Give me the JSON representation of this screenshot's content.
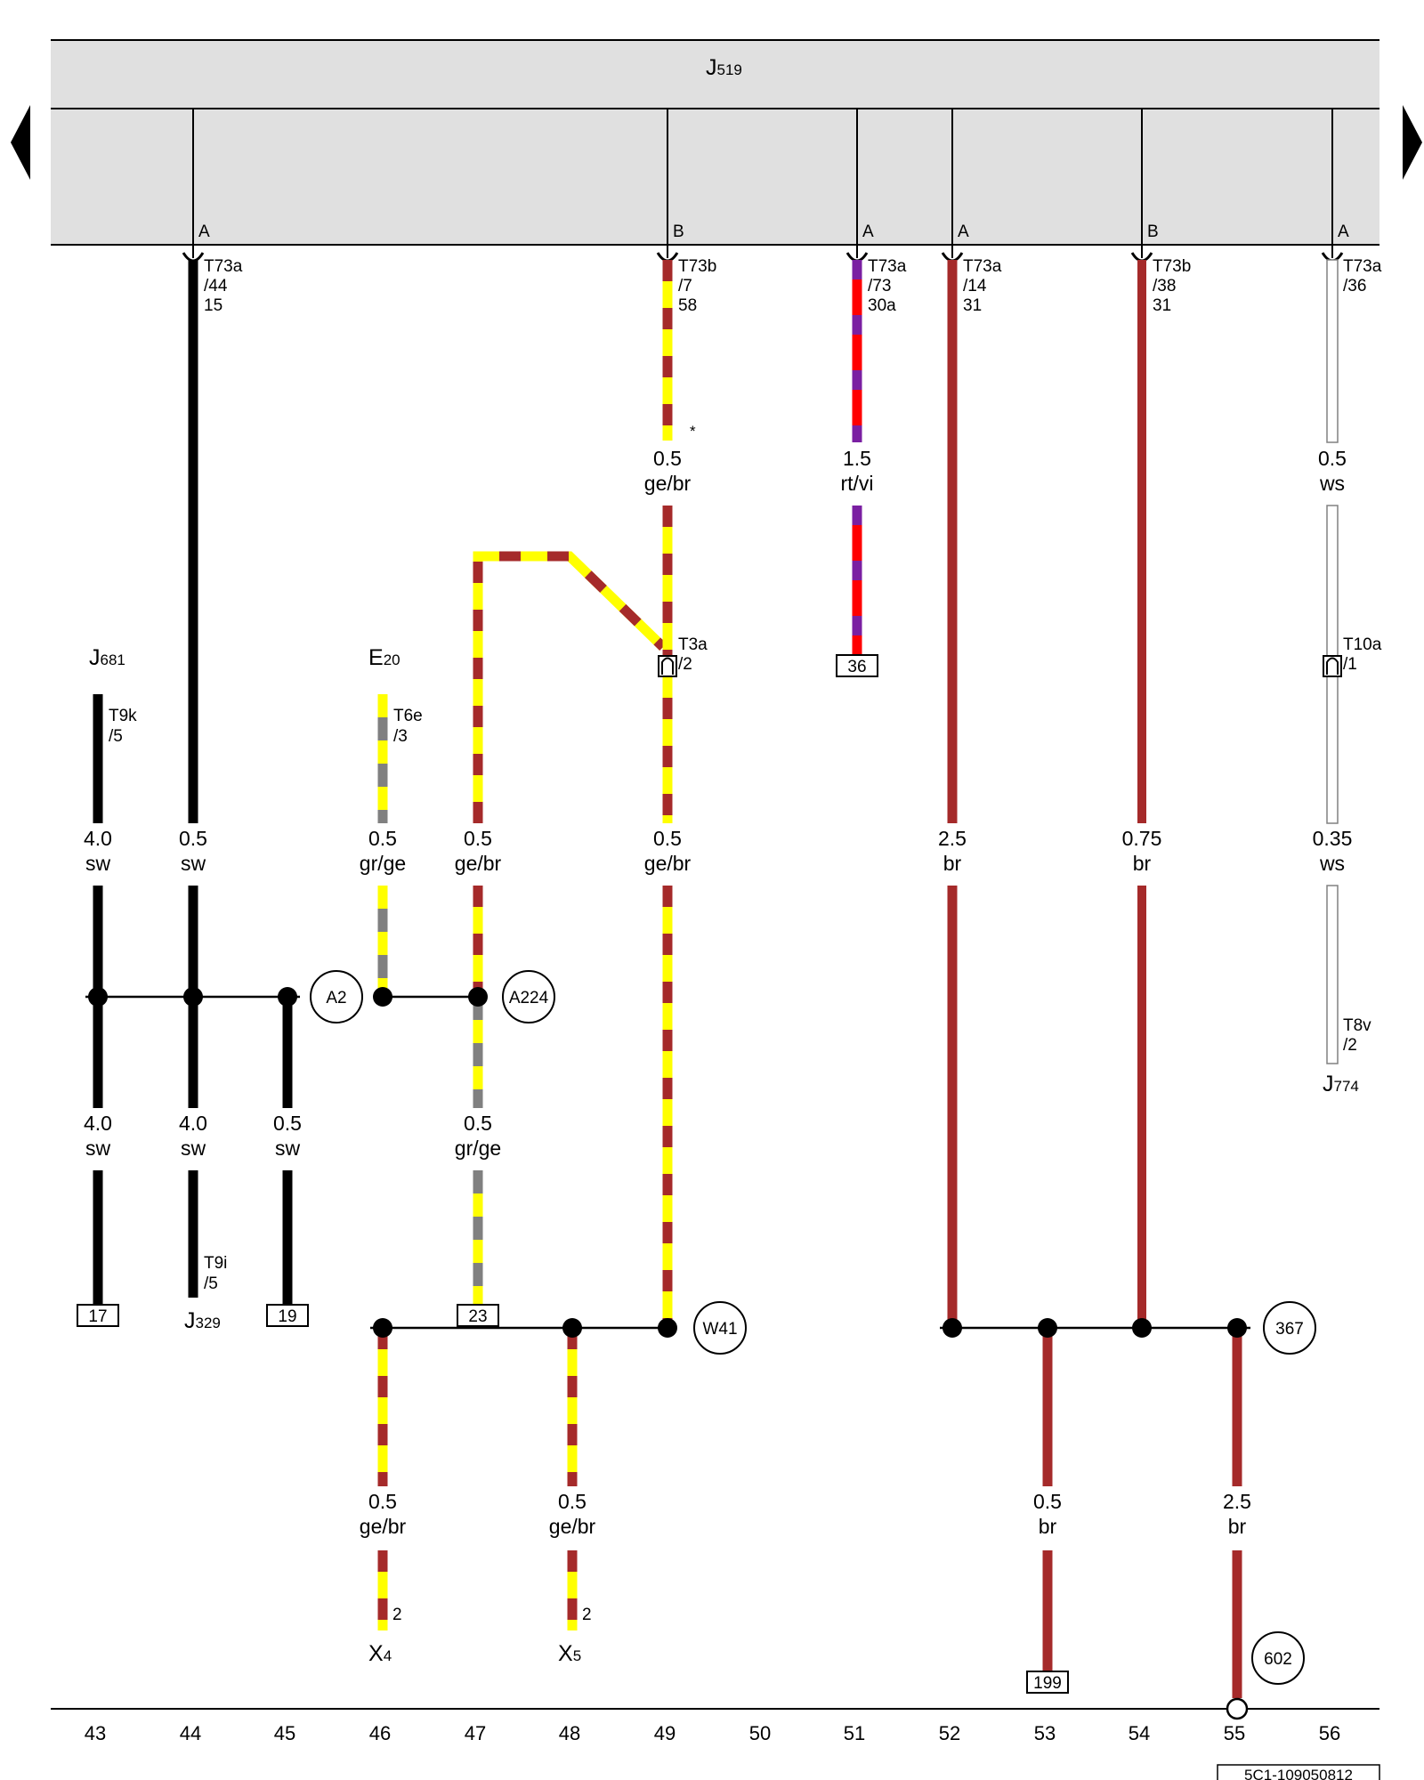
{
  "control_unit": {
    "code": "J",
    "num": "519"
  },
  "nav": {
    "left": "previous-page",
    "right": "next-page"
  },
  "connectors": [
    {
      "id": "c44",
      "housing": "A",
      "lines": [
        "T73a",
        "/44",
        "15"
      ]
    },
    {
      "id": "c49",
      "housing": "B",
      "lines": [
        "T73b",
        "/7",
        "58"
      ]
    },
    {
      "id": "c51",
      "housing": "A",
      "lines": [
        "T73a",
        "/73",
        "30a"
      ]
    },
    {
      "id": "c52",
      "housing": "A",
      "lines": [
        "T73a",
        "/14",
        "31"
      ]
    },
    {
      "id": "c54",
      "housing": "B",
      "lines": [
        "T73b",
        "/38",
        "31"
      ]
    },
    {
      "id": "c56",
      "housing": "A",
      "lines": [
        "T73a",
        "/36"
      ]
    }
  ],
  "wire_labels": [
    {
      "id": "w49a",
      "size": "0.5",
      "color": "ge/br"
    },
    {
      "id": "w51",
      "size": "1.5",
      "color": "rt/vi"
    },
    {
      "id": "w56a",
      "size": "0.5",
      "color": "ws"
    },
    {
      "id": "w43",
      "size": "4.0",
      "color": "sw"
    },
    {
      "id": "w44",
      "size": "0.5",
      "color": "sw"
    },
    {
      "id": "w46",
      "size": "0.5",
      "color": "gr/ge"
    },
    {
      "id": "w47",
      "size": "0.5",
      "color": "ge/br"
    },
    {
      "id": "w49b",
      "size": "0.5",
      "color": "ge/br"
    },
    {
      "id": "w52",
      "size": "2.5",
      "color": "br"
    },
    {
      "id": "w54",
      "size": "0.75",
      "color": "br"
    },
    {
      "id": "w56b",
      "size": "0.35",
      "color": "ws"
    },
    {
      "id": "w43b",
      "size": "4.0",
      "color": "sw"
    },
    {
      "id": "w44b",
      "size": "4.0",
      "color": "sw"
    },
    {
      "id": "w45",
      "size": "0.5",
      "color": "sw"
    },
    {
      "id": "w47b",
      "size": "0.5",
      "color": "gr/ge"
    },
    {
      "id": "w46b",
      "size": "0.5",
      "color": "ge/br"
    },
    {
      "id": "w48",
      "size": "0.5",
      "color": "ge/br"
    },
    {
      "id": "w53",
      "size": "0.5",
      "br": "",
      "color": "br"
    },
    {
      "id": "w55",
      "size": "2.5",
      "color": "br"
    }
  ],
  "components": [
    {
      "id": "J681",
      "code": "J",
      "num": "681"
    },
    {
      "id": "E20",
      "code": "E",
      "num": "20"
    },
    {
      "id": "J774",
      "code": "J",
      "num": "774"
    },
    {
      "id": "J329",
      "code": "J",
      "num": "329"
    },
    {
      "id": "X4",
      "code": "X",
      "num": "4"
    },
    {
      "id": "X5",
      "code": "X",
      "num": "5"
    }
  ],
  "pin_labels": [
    {
      "id": "T9k",
      "lines": [
        "T9k",
        "/5"
      ]
    },
    {
      "id": "T6e",
      "lines": [
        "T6e",
        "/3"
      ]
    },
    {
      "id": "T3a",
      "lines": [
        "T3a",
        "/2"
      ]
    },
    {
      "id": "T10a",
      "lines": [
        "T10a",
        "/1"
      ]
    },
    {
      "id": "T8v",
      "lines": [
        "T8v",
        "/2"
      ]
    },
    {
      "id": "T9i",
      "lines": [
        "T9i",
        "/5"
      ]
    },
    {
      "id": "X4pin",
      "lines": [
        "2"
      ]
    },
    {
      "id": "X5pin",
      "lines": [
        "2"
      ]
    }
  ],
  "asterisk": "*",
  "ref_boxes": [
    "36",
    "17",
    "19",
    "23",
    "199"
  ],
  "ground_points": [
    "A2",
    "A224",
    "W41",
    "367",
    "602"
  ],
  "current_tracks": [
    "43",
    "44",
    "45",
    "46",
    "47",
    "48",
    "49",
    "50",
    "51",
    "52",
    "53",
    "54",
    "55",
    "56"
  ],
  "doc_code": "5C1-109050812",
  "colors": {
    "sw": "#000000",
    "br": "#a52a2a",
    "ge": "#ffff00",
    "gr": "#808080",
    "rt": "#ff0000",
    "vi": "#7a1fa2",
    "ws": "#ffffff",
    "unit_fill": "#e0e0e0"
  }
}
